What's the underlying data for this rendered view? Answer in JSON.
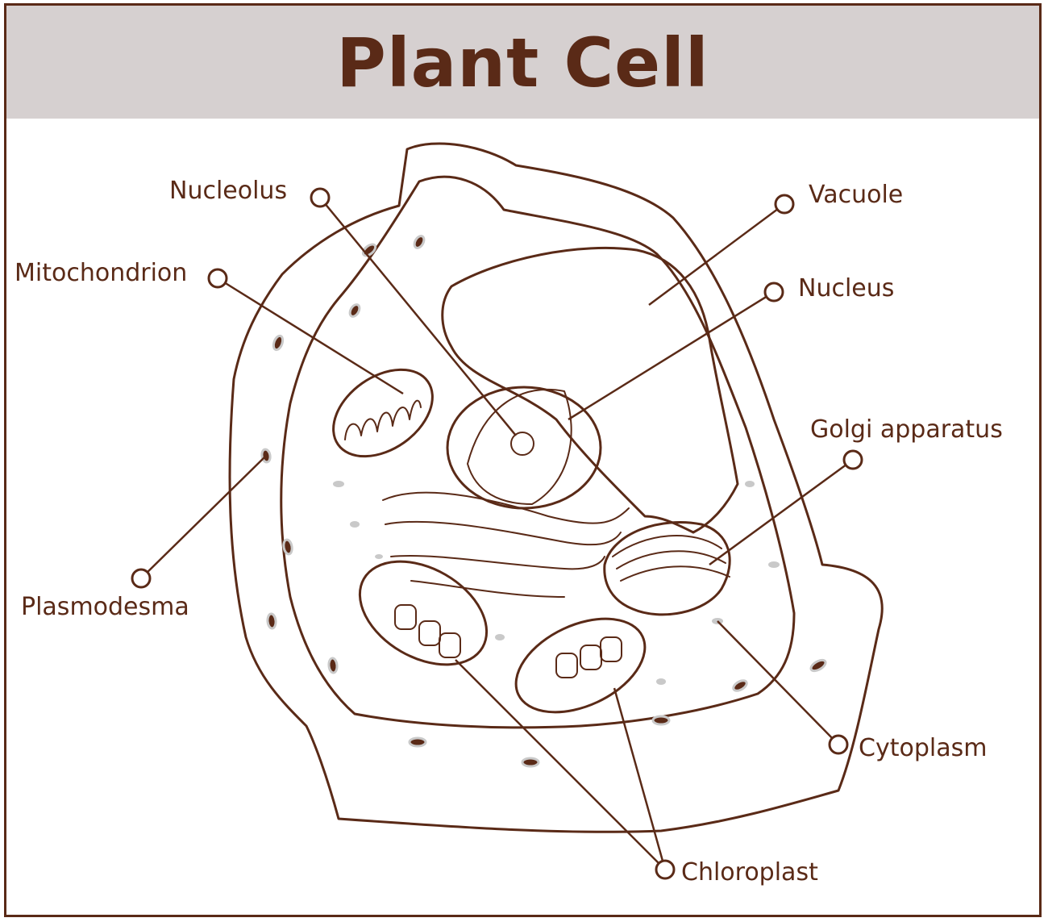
{
  "title": "Plant Cell",
  "colors": {
    "ink": "#5a2a17",
    "banner": "#d6d0d0",
    "speckle": "#c9c9c9",
    "background": "#ffffff"
  },
  "labels": {
    "nucleolus": "Nucleolus",
    "mitochondrion": "Mitochondrion",
    "plasmodesma": "Plasmodesma",
    "vacuole": "Vacuole",
    "nucleus": "Nucleus",
    "golgi": "Golgi apparatus",
    "cytoplasm": "Cytoplasm",
    "chloroplast": "Chloroplast"
  }
}
